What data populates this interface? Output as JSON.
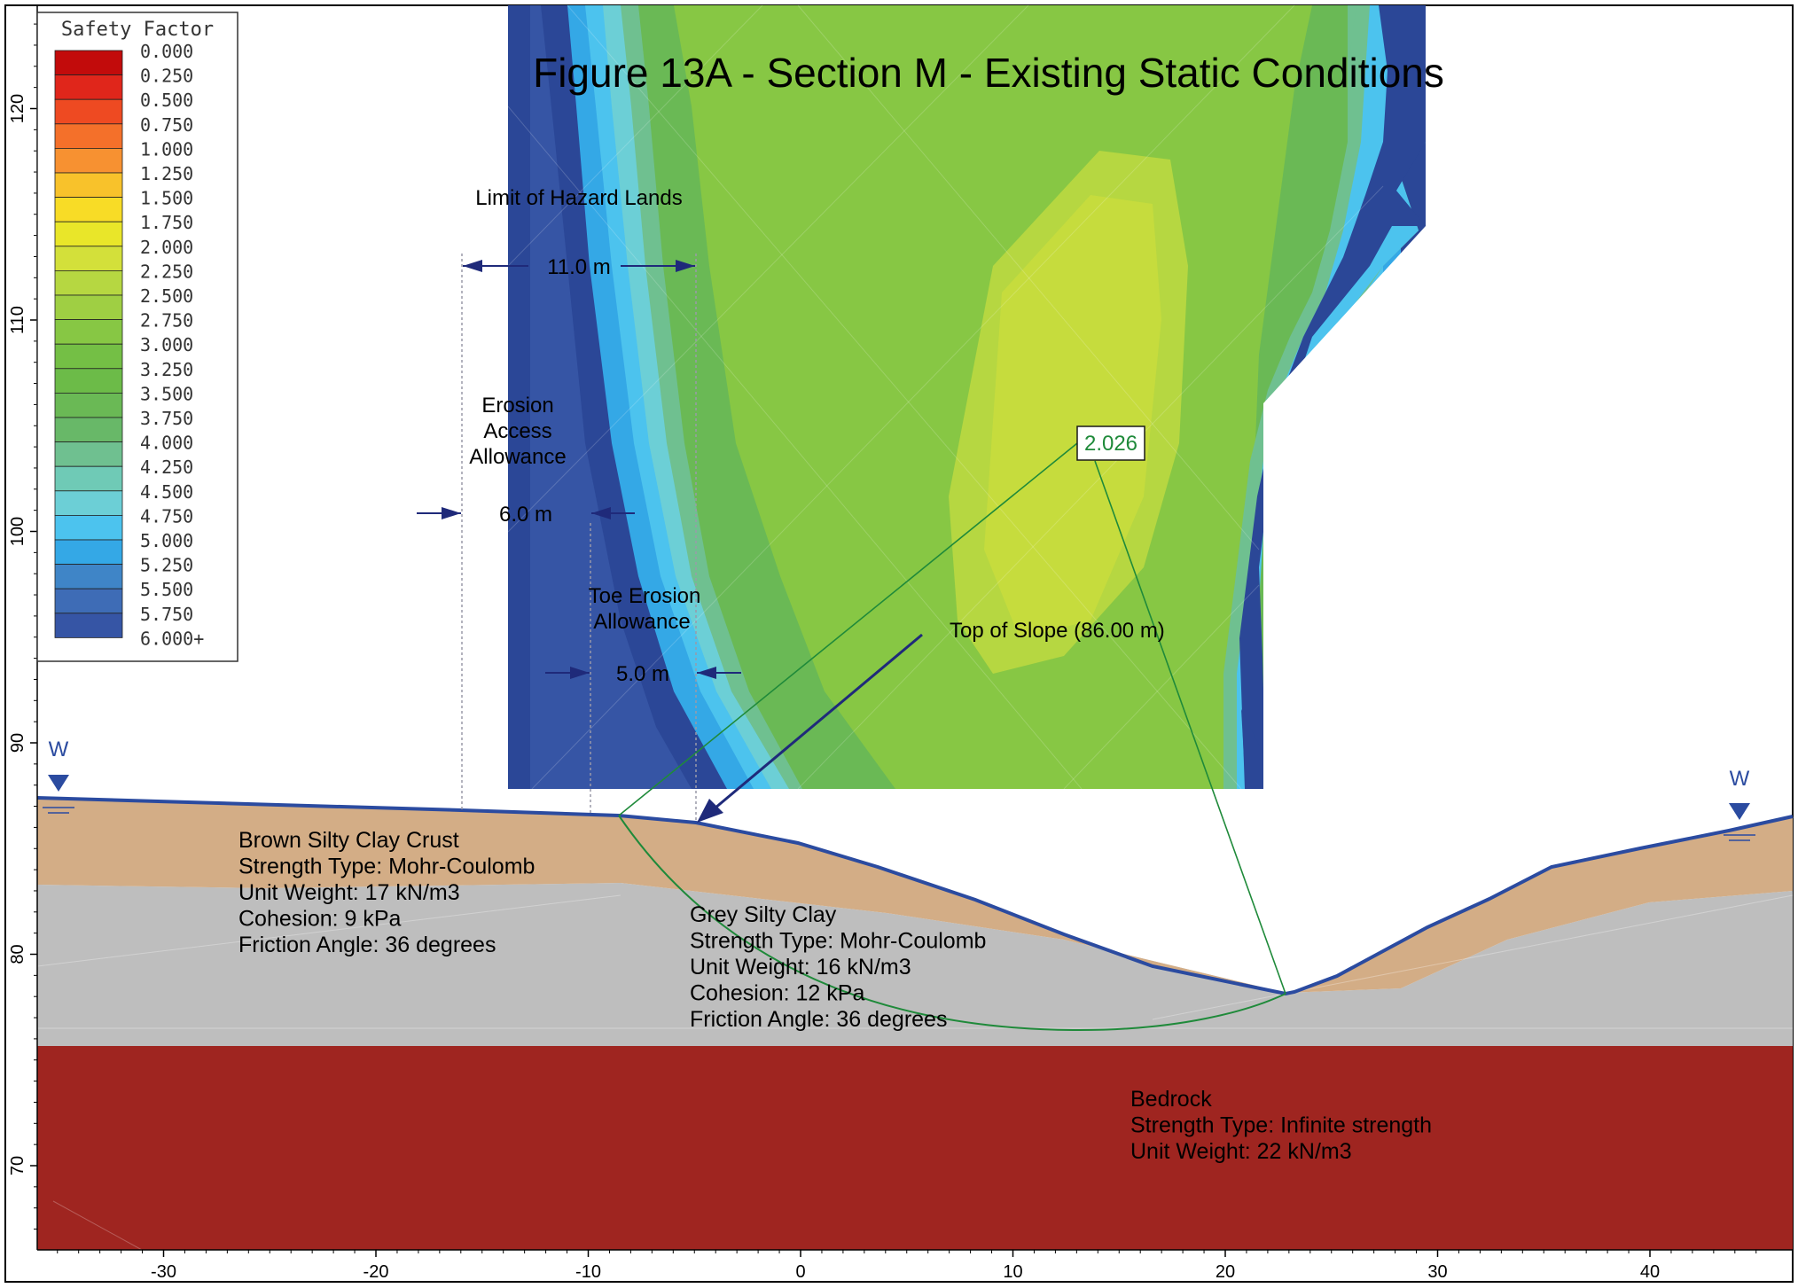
{
  "title": "Figure 13A - Section M - Existing Static Conditions",
  "legend": {
    "title": "Safety Factor",
    "levels": [
      {
        "label": "0.000",
        "color": "#c20b0b"
      },
      {
        "label": "0.250",
        "color": "#e0261b"
      },
      {
        "label": "0.500",
        "color": "#ee4a22"
      },
      {
        "label": "0.750",
        "color": "#f4702a"
      },
      {
        "label": "1.000",
        "color": "#f79131"
      },
      {
        "label": "1.250",
        "color": "#f8c22b"
      },
      {
        "label": "1.500",
        "color": "#f8dc26"
      },
      {
        "label": "1.750",
        "color": "#e9e629"
      },
      {
        "label": "2.000",
        "color": "#d3e03a"
      },
      {
        "label": "2.250",
        "color": "#b6d741"
      },
      {
        "label": "2.500",
        "color": "#9fcf43"
      },
      {
        "label": "2.750",
        "color": "#87c744"
      },
      {
        "label": "3.000",
        "color": "#74bf45"
      },
      {
        "label": "3.250",
        "color": "#6cbb48"
      },
      {
        "label": "3.500",
        "color": "#6ab955"
      },
      {
        "label": "3.750",
        "color": "#68b868"
      },
      {
        "label": "4.000",
        "color": "#6fc090"
      },
      {
        "label": "4.250",
        "color": "#6fcab6"
      },
      {
        "label": "4.500",
        "color": "#6ccfd6"
      },
      {
        "label": "4.750",
        "color": "#4cc3ee"
      },
      {
        "label": "5.000",
        "color": "#34a8e6"
      },
      {
        "label": "5.250",
        "color": "#3f85c7"
      },
      {
        "label": "5.500",
        "color": "#3e6cb6"
      },
      {
        "label": "5.750",
        "color": "#3655a5"
      },
      {
        "label": "6.000+",
        "color": "#2b4797"
      }
    ]
  },
  "axes": {
    "x": {
      "ticks": [
        -30,
        -20,
        -10,
        0,
        10,
        20,
        30,
        40
      ],
      "range": [
        -36,
        47
      ]
    },
    "y": {
      "ticks": [
        70,
        80,
        90,
        100,
        110,
        120
      ],
      "range": [
        66,
        125
      ]
    }
  },
  "annotations": {
    "hazard_title": "Limit of Hazard Lands",
    "hazard_dim": "11.0 m",
    "erosion_access": [
      "Erosion",
      "Access",
      "Allowance"
    ],
    "erosion_dim": "6.0 m",
    "toe_erosion": [
      "Toe Erosion",
      "Allowance"
    ],
    "toe_dim": "5.0 m",
    "top_of_slope": "Top of Slope (86.00 m)",
    "min_fs": "2.026",
    "water_left": "W",
    "water_right": "W"
  },
  "materials": {
    "crust": {
      "lines": [
        "Brown Silty Clay Crust",
        "Strength Type: Mohr-Coulomb",
        "Unit Weight: 17 kN/m3",
        "Cohesion: 9 kPa",
        "Friction Angle: 36 degrees"
      ],
      "color": "#d3ad86"
    },
    "grey": {
      "lines": [
        "Grey Silty Clay",
        "Strength Type: Mohr-Coulomb",
        "Unit Weight: 16 kN/m3",
        "Cohesion: 12 kPa",
        "Friction Angle: 36 degrees"
      ],
      "color": "#bebebe"
    },
    "bedrock": {
      "lines": [
        "Bedrock",
        "Strength Type: Infinite strength",
        "Unit Weight: 22 kN/m3"
      ],
      "color": "#9f2520"
    }
  },
  "colors": {
    "ground_line": "#2b4ba0",
    "slip_line": "#1f8a3a",
    "dim_arrow": "#1f2a7a"
  }
}
